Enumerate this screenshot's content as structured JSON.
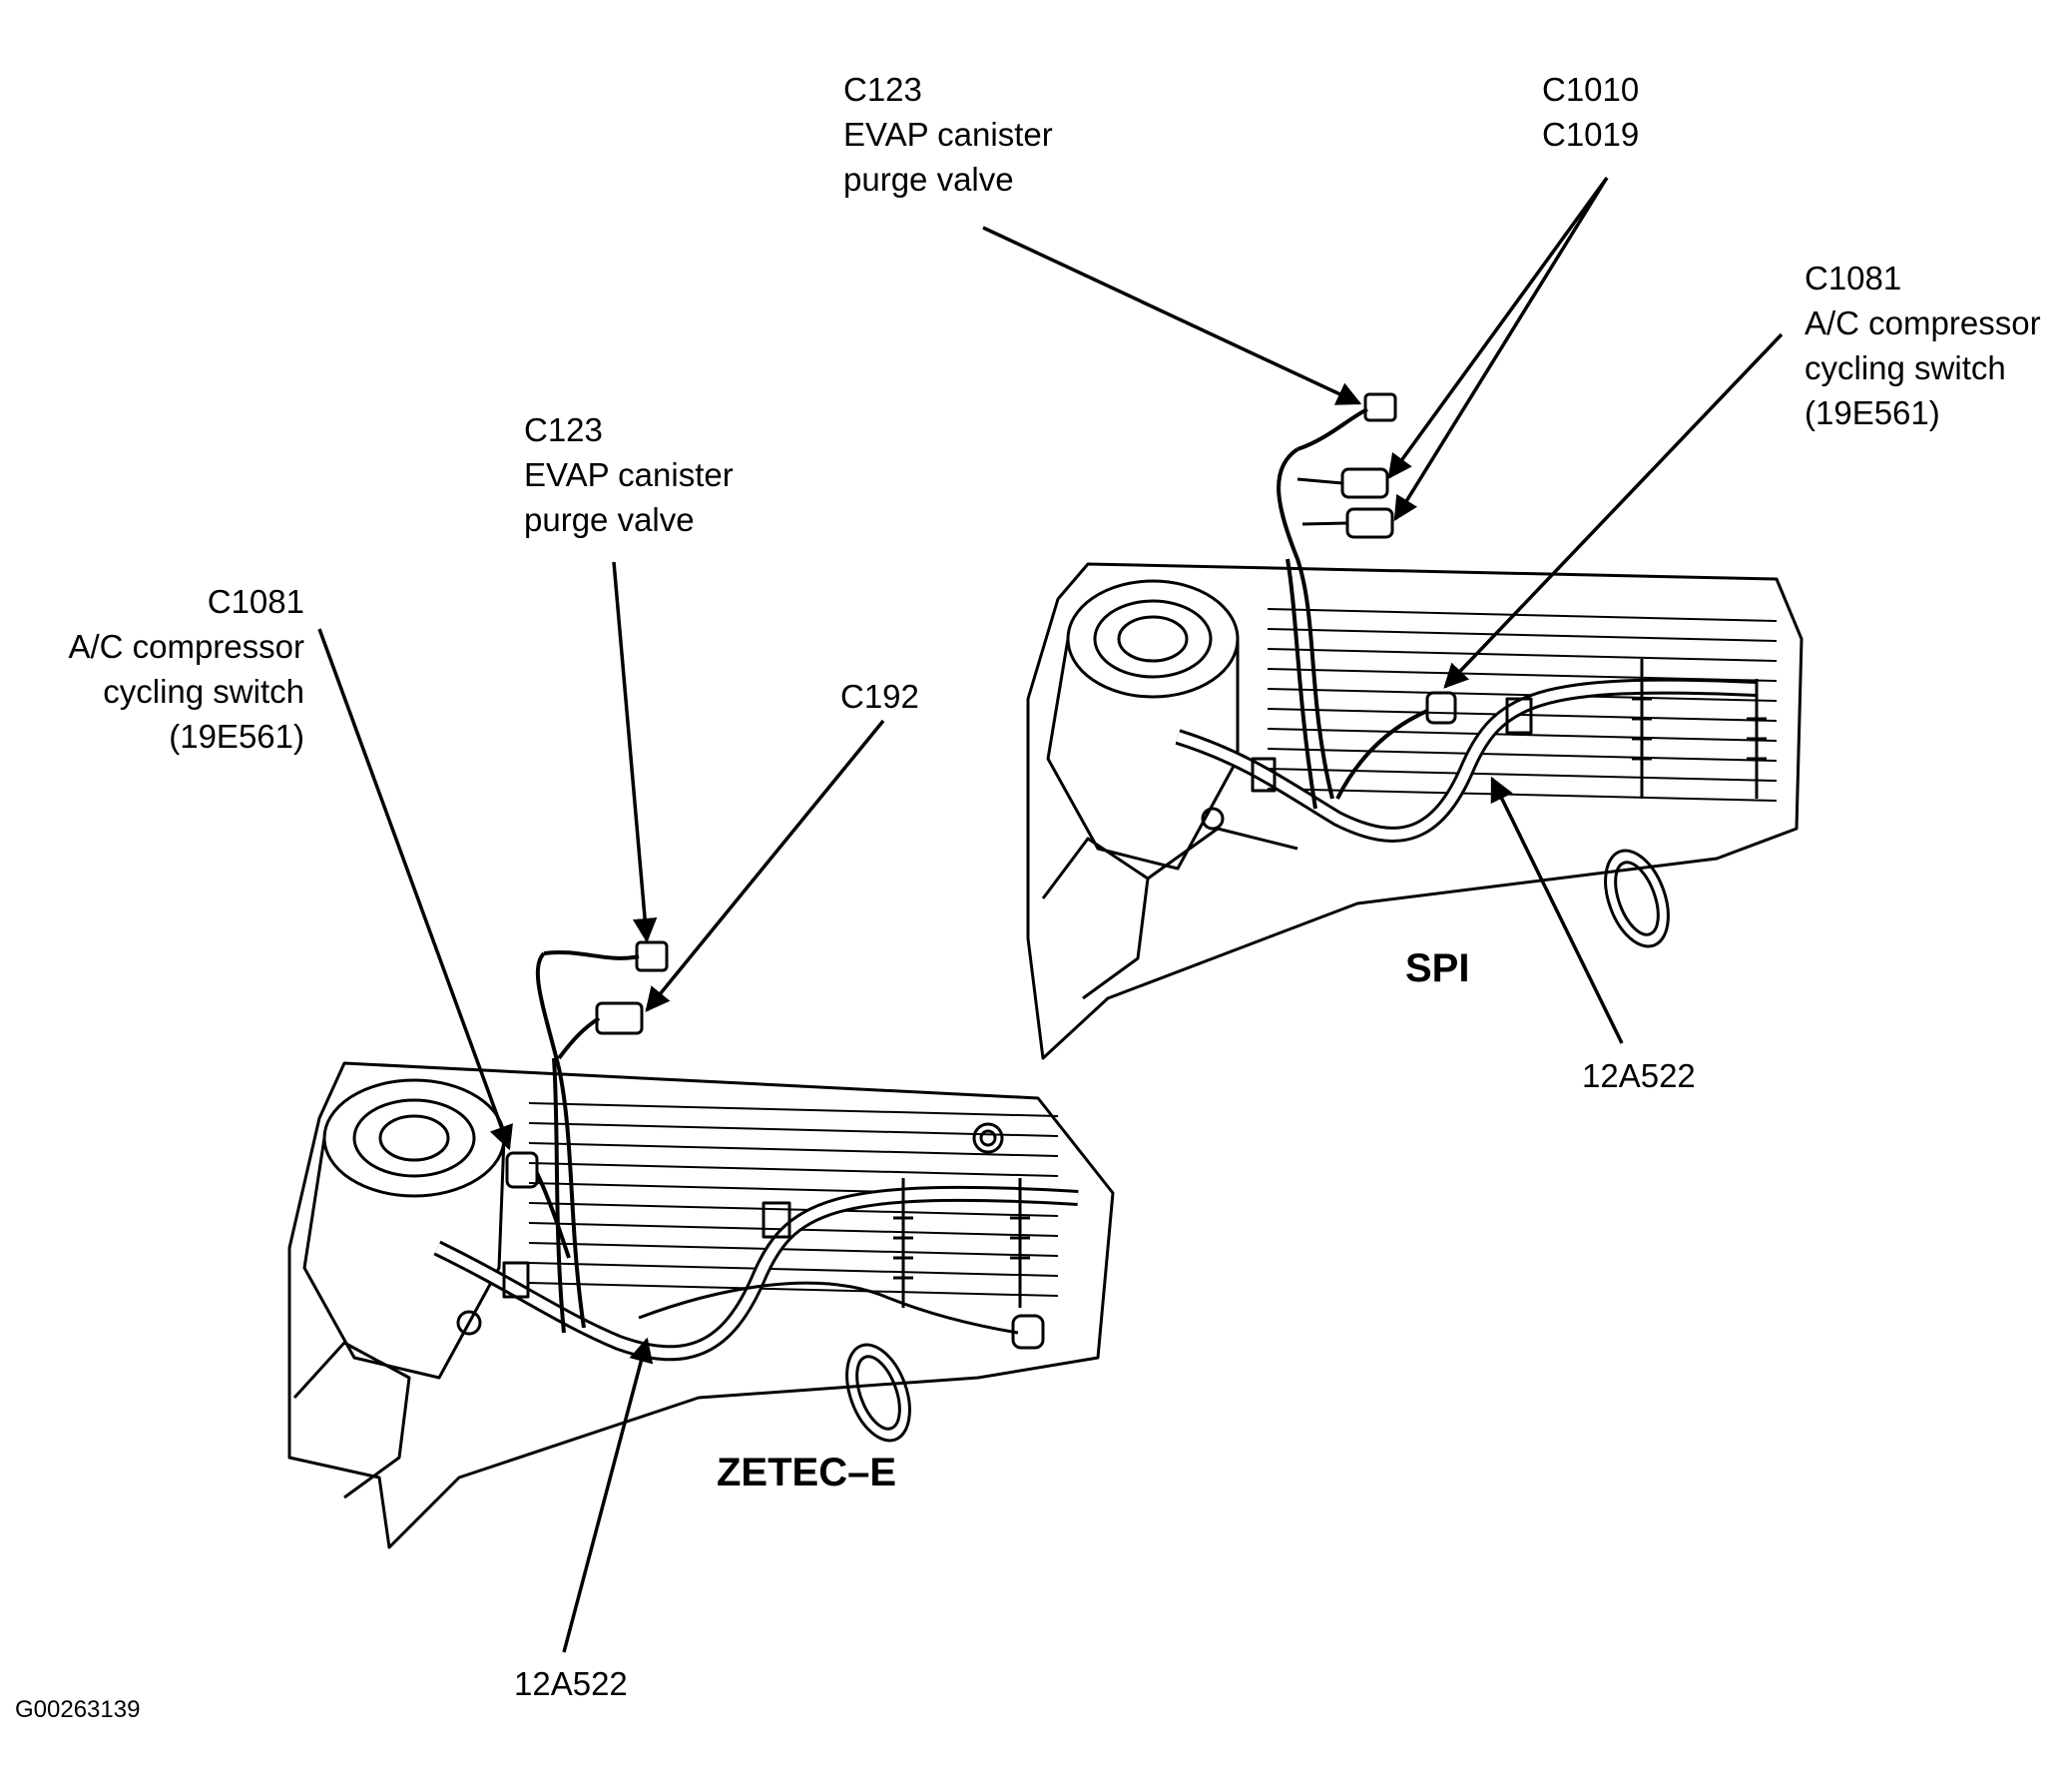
{
  "spi": {
    "name": "SPI",
    "evap": {
      "code": "C123",
      "line1": "EVAP canister",
      "line2": "purge valve"
    },
    "connectors": {
      "code1": "C1010",
      "code2": "C1019"
    },
    "ac": {
      "code": "C1081",
      "line1": "A/C compressor",
      "line2": "cycling switch",
      "part": "(19E561)"
    },
    "harness": "12A522"
  },
  "zetec": {
    "name": "ZETEC–E",
    "evap": {
      "code": "C123",
      "line1": "EVAP canister",
      "line2": "purge valve"
    },
    "ac": {
      "code": "C1081",
      "line1": "A/C compressor",
      "line2": "cycling switch",
      "part": "(19E561)"
    },
    "connector": "C192",
    "harness": "12A522"
  },
  "figure_id": "G00263139"
}
